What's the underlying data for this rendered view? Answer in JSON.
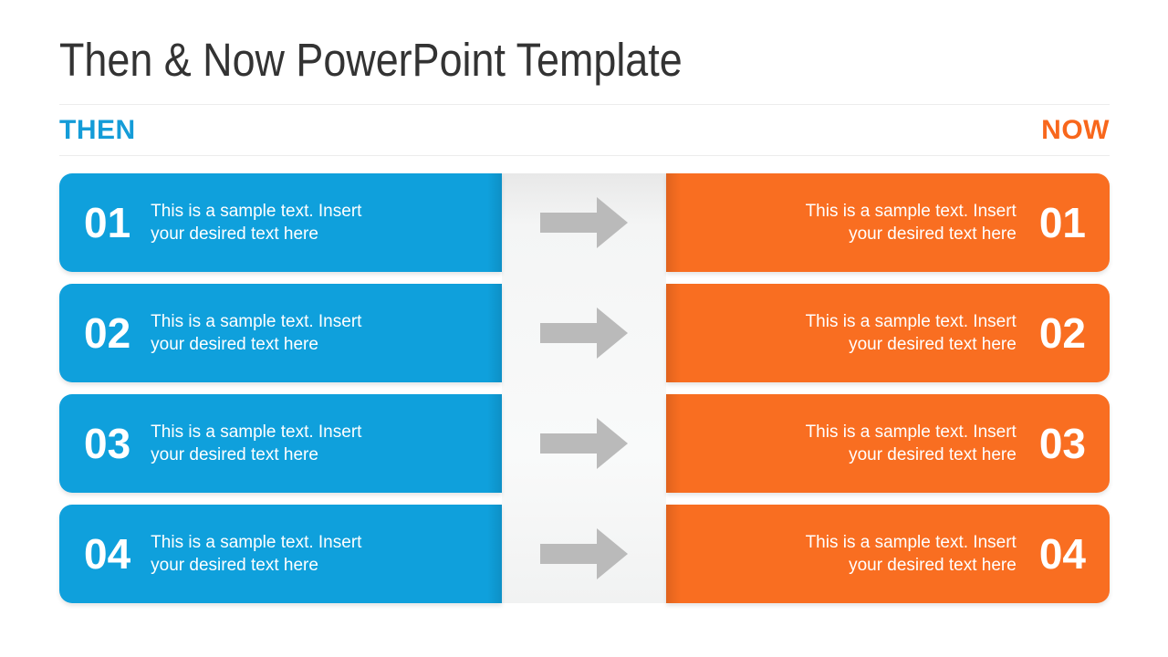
{
  "slide": {
    "title": "Then & Now PowerPoint Template",
    "then_label": "THEN",
    "now_label": "NOW"
  },
  "colors": {
    "then_blue": "#0FA0DC",
    "now_orange": "#F96E21",
    "then_label_color": "#149CD8",
    "now_label_color": "#F8671C",
    "title_color": "#333333",
    "divider": "#ECECEC",
    "arrow_gray": "#BABABA"
  },
  "icons": {
    "arrow": "right-block-arrow"
  },
  "rows": [
    {
      "number": "01",
      "then_line1": "This is a sample text. Insert",
      "then_line2": "your desired text here",
      "now_line1": "This is a sample text. Insert",
      "now_line2": "your desired text here"
    },
    {
      "number": "02",
      "then_line1": "This is a sample text. Insert",
      "then_line2": "your desired text here",
      "now_line1": "This is a sample text. Insert",
      "now_line2": "your desired text here"
    },
    {
      "number": "03",
      "then_line1": "This is a sample text. Insert",
      "then_line2": "your desired text here",
      "now_line1": "This is a sample text. Insert",
      "now_line2": "your desired text here"
    },
    {
      "number": "04",
      "then_line1": "This is a sample text. Insert",
      "then_line2": "your desired text here",
      "now_line1": "This is a sample text. Insert",
      "now_line2": "your desired text here"
    }
  ]
}
